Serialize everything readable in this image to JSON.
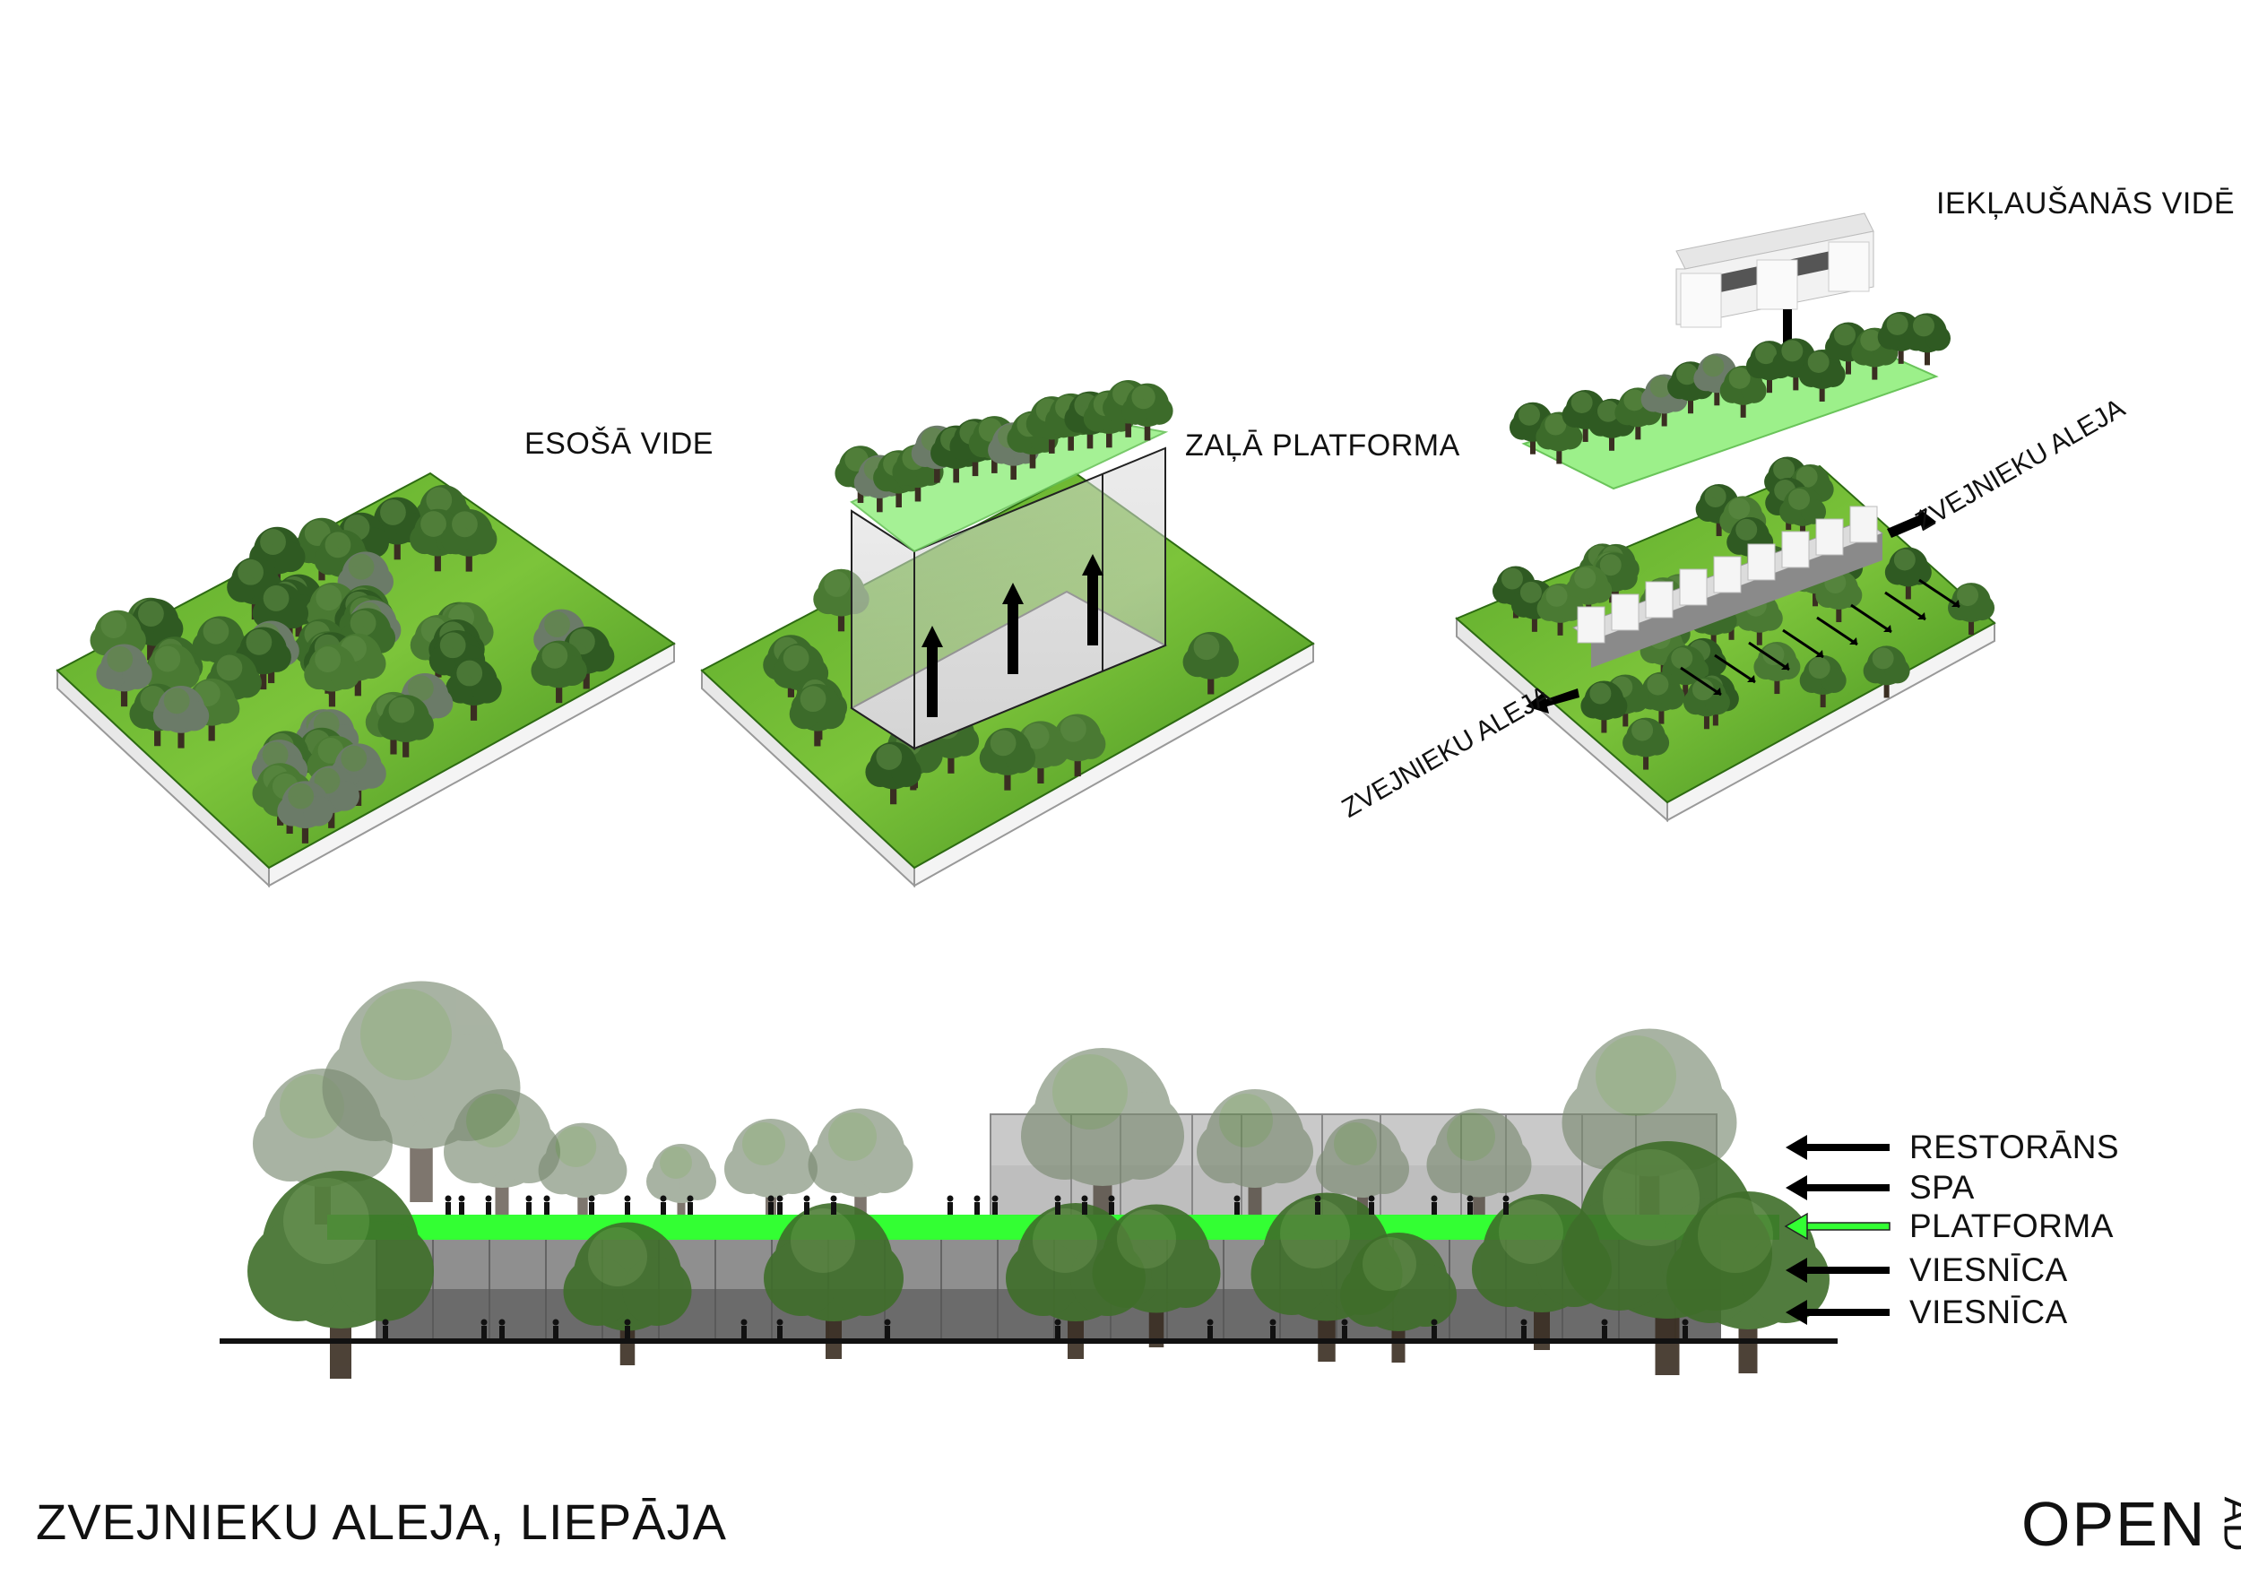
{
  "diagram": {
    "stages": [
      {
        "label": "ESOŠĀ VIDE"
      },
      {
        "label": "ZAĻĀ PLATFORMA"
      },
      {
        "label": "IEKĻAUŠANĀS VIDĒ"
      }
    ],
    "street_labels": [
      "ZVEJNIEKU ALEJA",
      "ZVEJNIEKU ALEJA"
    ],
    "section_levels": [
      {
        "label": "RESTORĀNS",
        "arrow_color": "#000000"
      },
      {
        "label": "SPA",
        "arrow_color": "#000000"
      },
      {
        "label": "PLATFORMA",
        "arrow_color": "#33ff33"
      },
      {
        "label": "VIESNĪCA",
        "arrow_color": "#000000"
      },
      {
        "label": "VIESNĪCA",
        "arrow_color": "#000000"
      }
    ]
  },
  "footer": {
    "title": "ZVEJNIEKU ALEJA, LIEPĀJA",
    "logo_word": "OPEN",
    "logo_suffix": "AD"
  },
  "colors": {
    "grass": "#4f9a24",
    "grass_light": "#7cc43a",
    "tree": "#3f6e2a",
    "platform_green": "#33ff33",
    "glass": "#cfcfcf",
    "building_dark": "#555555"
  }
}
